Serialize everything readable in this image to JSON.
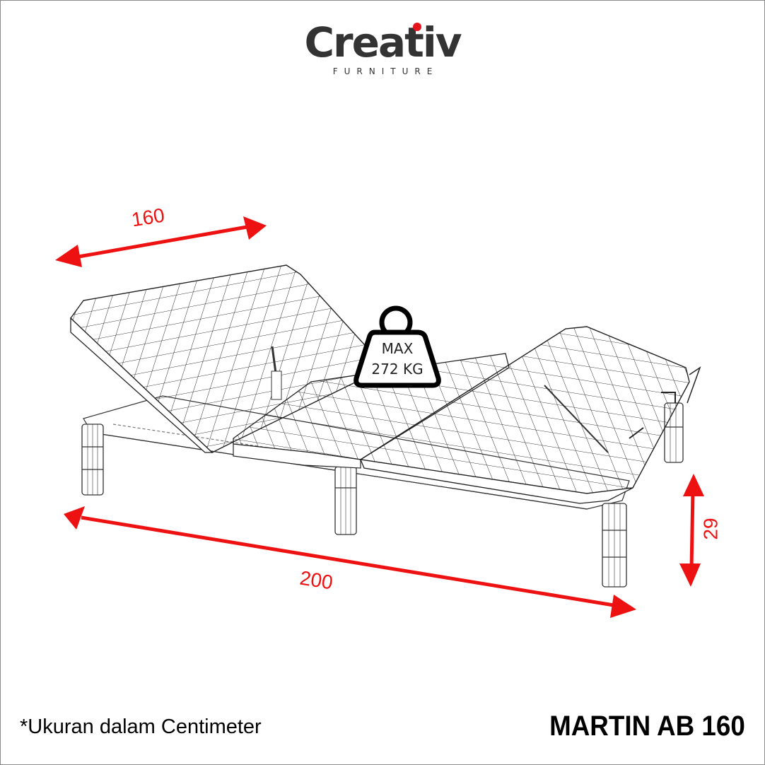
{
  "brand": {
    "name": "Creativ",
    "subtitle": "FURNITURE",
    "accent_color": "#e8141c",
    "text_color": "#333333"
  },
  "product": {
    "model": "MARTIN AB 160",
    "description": "Adjustable bed base wireframe diagram"
  },
  "dimensions": {
    "unit_note": "*Ukuran dalam Centimeter",
    "width": "160",
    "length": "200",
    "height": "29",
    "arrow_color": "#ee1111"
  },
  "weight_badge": {
    "line1": "MAX",
    "line2": "272 KG"
  }
}
